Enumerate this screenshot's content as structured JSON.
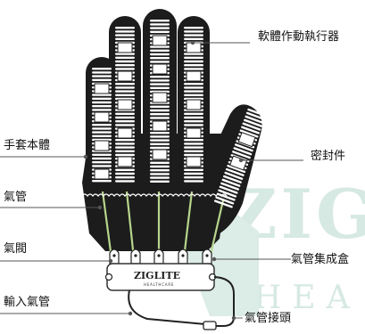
{
  "labels": {
    "soft_actuator": "軟體作動執行器",
    "glove_body": "手套本體",
    "seal": "密封件",
    "air_tube": "氣管",
    "air_valve": "氣閥",
    "manifold_box": "氣管集成盒",
    "input_tube": "輸入氣管",
    "tube_connector": "氣管接頭"
  },
  "logo": {
    "brand": "ZIGLITE",
    "sub": "HEALTHCARE"
  },
  "watermark": {
    "big": "ZIG",
    "small": "HEA"
  },
  "colors": {
    "glove": "#1c1c1c",
    "actuator_coil": "#ffffff",
    "tube_green": "#b7d58c",
    "watermark": "#d6e9e2",
    "leader_line": "#555555"
  }
}
